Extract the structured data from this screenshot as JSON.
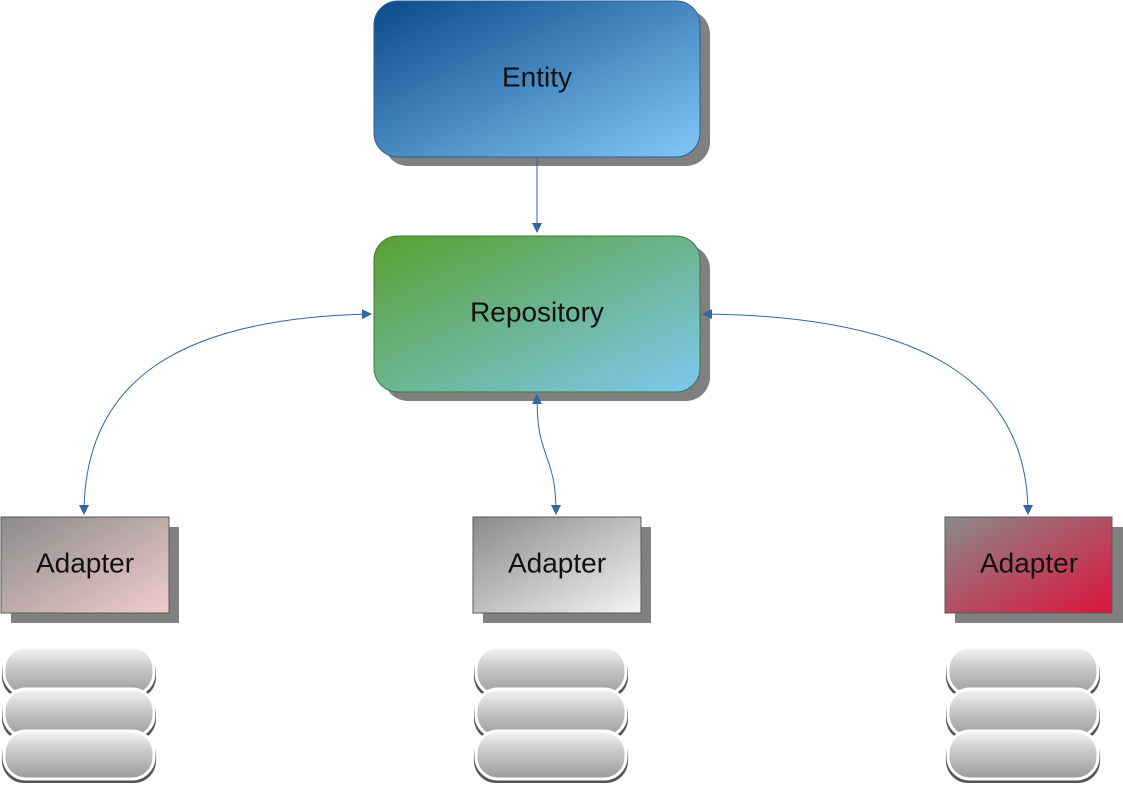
{
  "diagram": {
    "nodes": {
      "entity": {
        "label": "Entity"
      },
      "repository": {
        "label": "Repository"
      },
      "adapters": [
        {
          "label": "Adapter",
          "color_end": "#f2cccc"
        },
        {
          "label": "Adapter",
          "color_end": "#f2f2f2"
        },
        {
          "label": "Adapter",
          "color_end": "#dc143c"
        }
      ]
    },
    "colors": {
      "entity_start": "#0c4a8a",
      "entity_end": "#80c8f8",
      "repository_start": "#58a02e",
      "repository_end": "#7ec8f0",
      "connector": "#3465a4",
      "shadow": "#808080"
    }
  }
}
